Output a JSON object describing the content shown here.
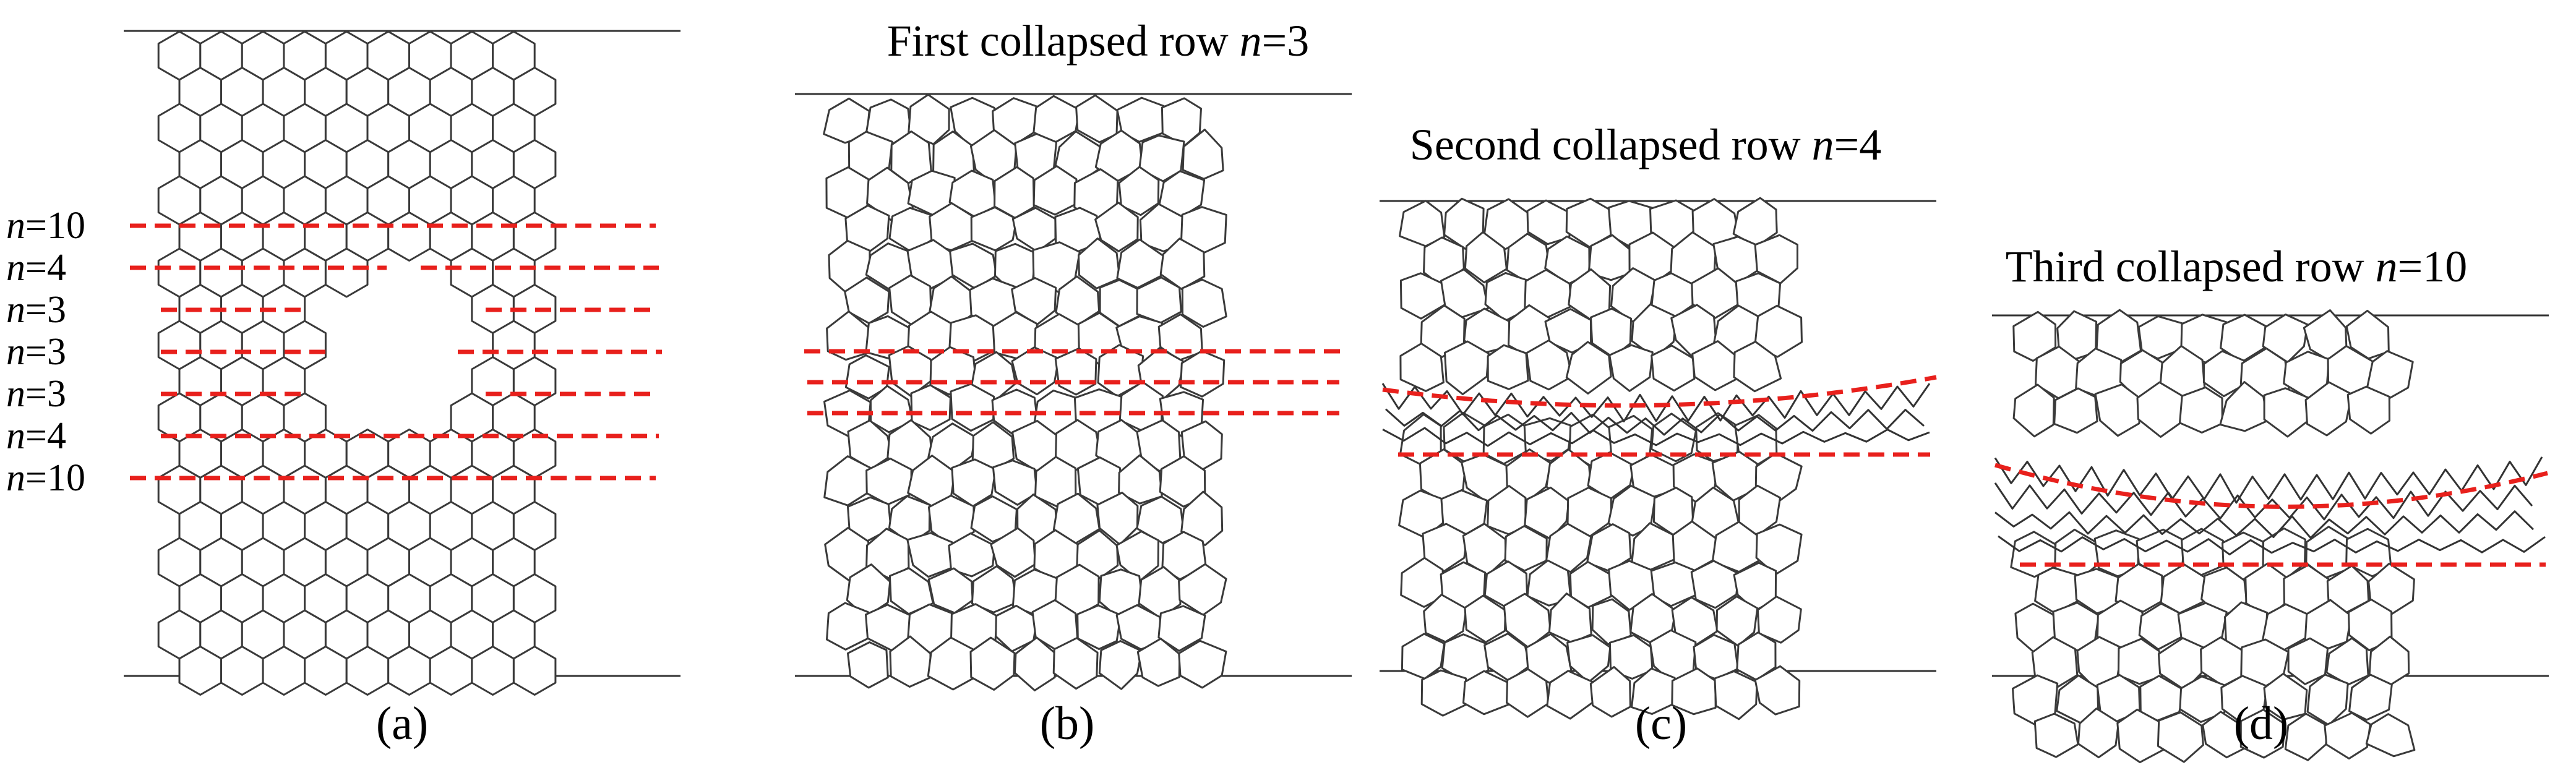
{
  "panels": [
    {
      "id": "a",
      "caption": "(a)",
      "title_prefix": "",
      "title_n": "",
      "row_labels": [
        {
          "var": "n",
          "eq": "=10"
        },
        {
          "var": "n",
          "eq": "=4"
        },
        {
          "var": "n",
          "eq": "=3"
        },
        {
          "var": "n",
          "eq": "=3"
        },
        {
          "var": "n",
          "eq": "=3"
        },
        {
          "var": "n",
          "eq": "=4"
        },
        {
          "var": "n",
          "eq": "=10"
        }
      ]
    },
    {
      "id": "b",
      "caption": "(b)",
      "title_prefix": "First collapsed row ",
      "title_n": "n",
      "title_eq": "=3"
    },
    {
      "id": "c",
      "caption": "(c)",
      "title_prefix": "Second collapsed row ",
      "title_n": "n",
      "title_eq": "=4"
    },
    {
      "id": "d",
      "caption": "(d)",
      "title_prefix": "Third collapsed row ",
      "title_n": "n",
      "title_eq": "=10"
    }
  ],
  "colors": {
    "cut_line": "#e8201c",
    "cell_stroke": "#3a3a3a",
    "background": "#ffffff"
  }
}
